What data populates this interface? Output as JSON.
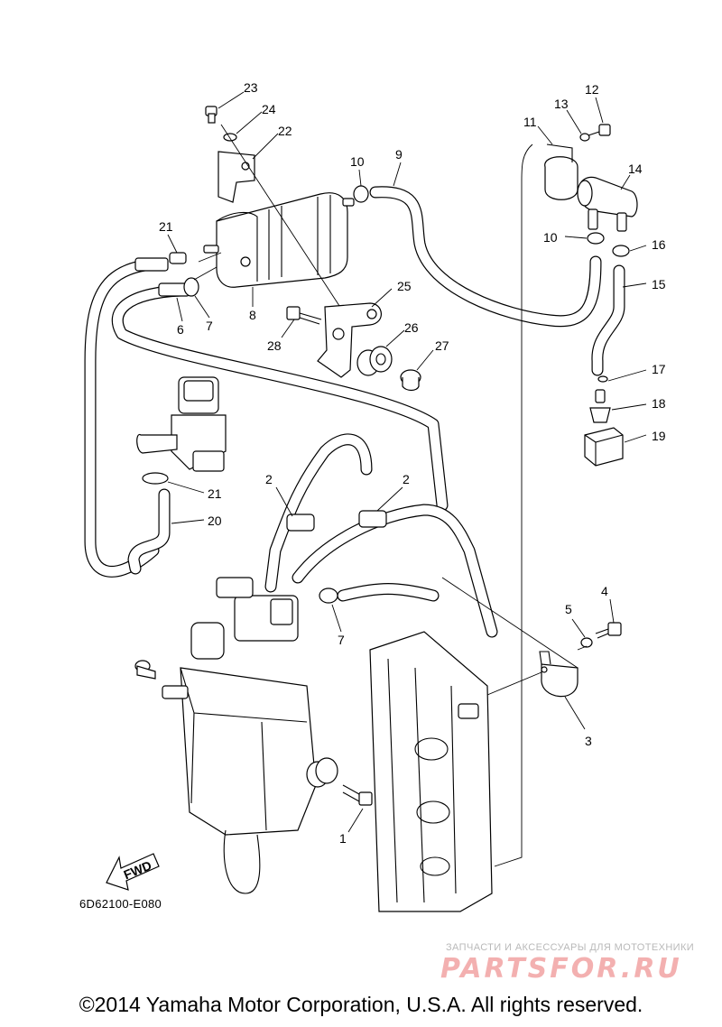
{
  "callouts": [
    {
      "id": "1",
      "label": "1"
    },
    {
      "id": "2a",
      "label": "2"
    },
    {
      "id": "2b",
      "label": "2"
    },
    {
      "id": "3",
      "label": "3"
    },
    {
      "id": "4",
      "label": "4"
    },
    {
      "id": "5",
      "label": "5"
    },
    {
      "id": "6",
      "label": "6"
    },
    {
      "id": "7a",
      "label": "7"
    },
    {
      "id": "7b",
      "label": "7"
    },
    {
      "id": "8",
      "label": "8"
    },
    {
      "id": "9",
      "label": "9"
    },
    {
      "id": "10a",
      "label": "10"
    },
    {
      "id": "10b",
      "label": "10"
    },
    {
      "id": "11",
      "label": "11"
    },
    {
      "id": "12",
      "label": "12"
    },
    {
      "id": "13",
      "label": "13"
    },
    {
      "id": "14",
      "label": "14"
    },
    {
      "id": "15",
      "label": "15"
    },
    {
      "id": "16",
      "label": "16"
    },
    {
      "id": "17",
      "label": "17"
    },
    {
      "id": "18",
      "label": "18"
    },
    {
      "id": "19",
      "label": "19"
    },
    {
      "id": "20",
      "label": "20"
    },
    {
      "id": "21a",
      "label": "21"
    },
    {
      "id": "21b",
      "label": "21"
    },
    {
      "id": "22",
      "label": "22"
    },
    {
      "id": "23",
      "label": "23"
    },
    {
      "id": "24",
      "label": "24"
    },
    {
      "id": "25",
      "label": "25"
    },
    {
      "id": "26",
      "label": "26"
    },
    {
      "id": "27",
      "label": "27"
    },
    {
      "id": "28",
      "label": "28"
    }
  ],
  "fwd_label": "FWD",
  "drawing_code": "6D62100-E080",
  "watermark": {
    "tagline": "ЗАПЧАСТИ И АКСЕССУАРЫ ДЛЯ МОТОТЕХНИКИ",
    "logo": "PARTSFOR.RU"
  },
  "copyright": "©2014 Yamaha Motor Corporation, U.S.A. All rights reserved."
}
